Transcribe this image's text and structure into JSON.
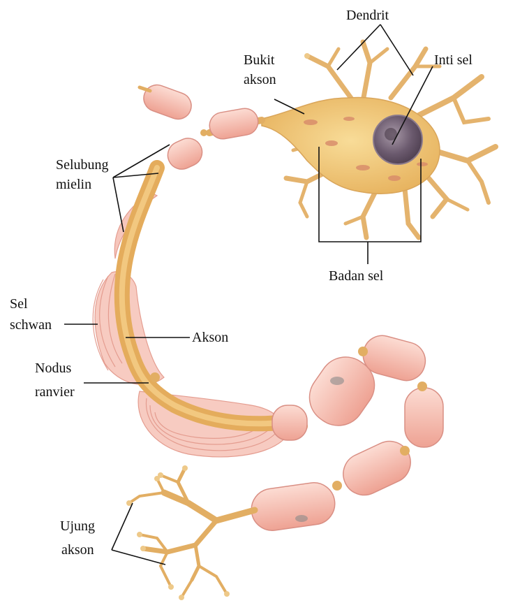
{
  "labels": {
    "dendrit": "Dendrit",
    "bukit_akson_1": "Bukit",
    "bukit_akson_2": "akson",
    "inti_sel": "Inti sel",
    "selubung_1": "Selubung",
    "selubung_2": "mielin",
    "badan_sel": "Badan sel",
    "sel_schwan_1": "Sel",
    "sel_schwan_2": "schwan",
    "akson": "Akson",
    "nodus_1": "Nodus",
    "nodus_2": "ranvier",
    "ujung_1": "Ujung",
    "ujung_2": "akson"
  },
  "colors": {
    "myelin": "#f2b9ad",
    "myelin_edge": "#d98f84",
    "axon": "#e8b56c",
    "cell_body": "#f0c97a",
    "dendrite": "#eec989",
    "nucleus": "#6b5a6e",
    "line": "#111111"
  }
}
